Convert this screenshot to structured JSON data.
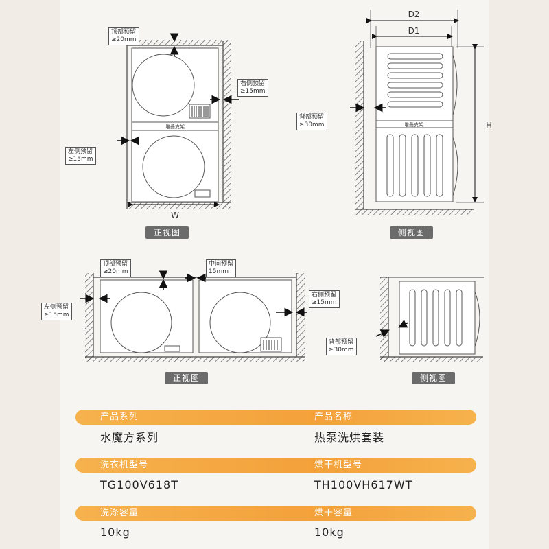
{
  "diagram_top": {
    "front": {
      "callout_top": [
        "顶部预留",
        "≥20mm"
      ],
      "callout_right": [
        "右侧预留",
        "≥15mm"
      ],
      "callout_left": [
        "左侧预留",
        "≥15mm"
      ],
      "stack_label": "堆叠支架",
      "width_label": "W",
      "view_label": "正视图"
    },
    "side": {
      "d2_label": "D2",
      "d1_label": "D1",
      "h_label": "H",
      "callout_back": [
        "背部预留",
        "≥30mm"
      ],
      "stack_label": "堆叠支架",
      "view_label": "侧视图"
    }
  },
  "diagram_bottom": {
    "front": {
      "callout_top": [
        "顶部预留",
        "≥20mm"
      ],
      "callout_middle": [
        "中间预留",
        "15mm"
      ],
      "callout_right": [
        "右侧预留",
        "≥15mm"
      ],
      "callout_left": [
        "左侧预留",
        "≥15mm"
      ],
      "view_label": "正视图"
    },
    "side": {
      "callout_back": [
        "背部预留",
        "≥30mm"
      ],
      "view_label": "侧视图"
    }
  },
  "specs": [
    {
      "left_label": "产品系列",
      "left_value": "水魔方系列",
      "right_label": "产品名称",
      "right_value": "热泵洗烘套装"
    },
    {
      "left_label": "洗衣机型号",
      "left_value": "TG100V618T",
      "right_label": "烘干机型号",
      "right_value": "TH100VH617WT"
    },
    {
      "left_label": "洗涤容量",
      "left_value": "10kg",
      "right_label": "烘干容量",
      "right_value": "10kg"
    }
  ],
  "colors": {
    "accent": "#f4a13a",
    "tag": "#6b6b6b",
    "line": "#444444",
    "hatch": "#555555"
  }
}
